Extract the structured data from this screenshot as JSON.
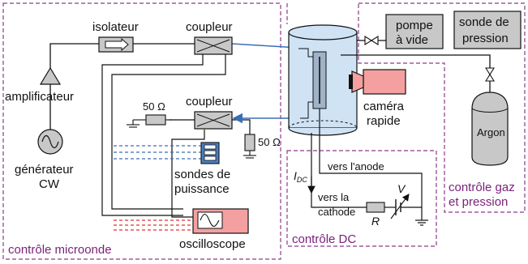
{
  "zones": {
    "microwave": "contrôle microonde",
    "dc": "contrôle DC",
    "gas_line1": "contrôle gaz",
    "gas_line2": "et pression"
  },
  "components": {
    "isolator": "isolateur",
    "coupler_top": "coupleur",
    "coupler_bottom": "coupleur",
    "amplifier": "amplificateur",
    "generator_line1": "générateur",
    "generator_line2": "CW",
    "resistor_bottom": "50 Ω",
    "resistor_left": "50 Ω",
    "sensors_line1": "sondes de",
    "sensors_line2": "puissance",
    "oscilloscope": "oscilloscope",
    "camera_line1": "caméra",
    "camera_line2": "rapide",
    "pump_line1": "pompe",
    "pump_line2": "à vide",
    "pressure_line1": "sonde de",
    "pressure_line2": "pression",
    "argon": "Argon"
  },
  "dc_circuit": {
    "current": "I",
    "current_sub": "DC",
    "anode": "vers l'anode",
    "cathode_line1": "vers la",
    "cathode_line2": "cathode",
    "resistor": "R",
    "voltage": "V"
  },
  "colors": {
    "zone_border": "#8b3a8b",
    "zone_text": "#7a1f7a",
    "component_fill": "#c8c8c8",
    "pink_fill": "#f4a0a0",
    "chamber_fill": "#cfe3f5",
    "blue_line": "#3a6fb5",
    "red_line": "#e03030",
    "sensor_fill": "#4a7fc1"
  }
}
